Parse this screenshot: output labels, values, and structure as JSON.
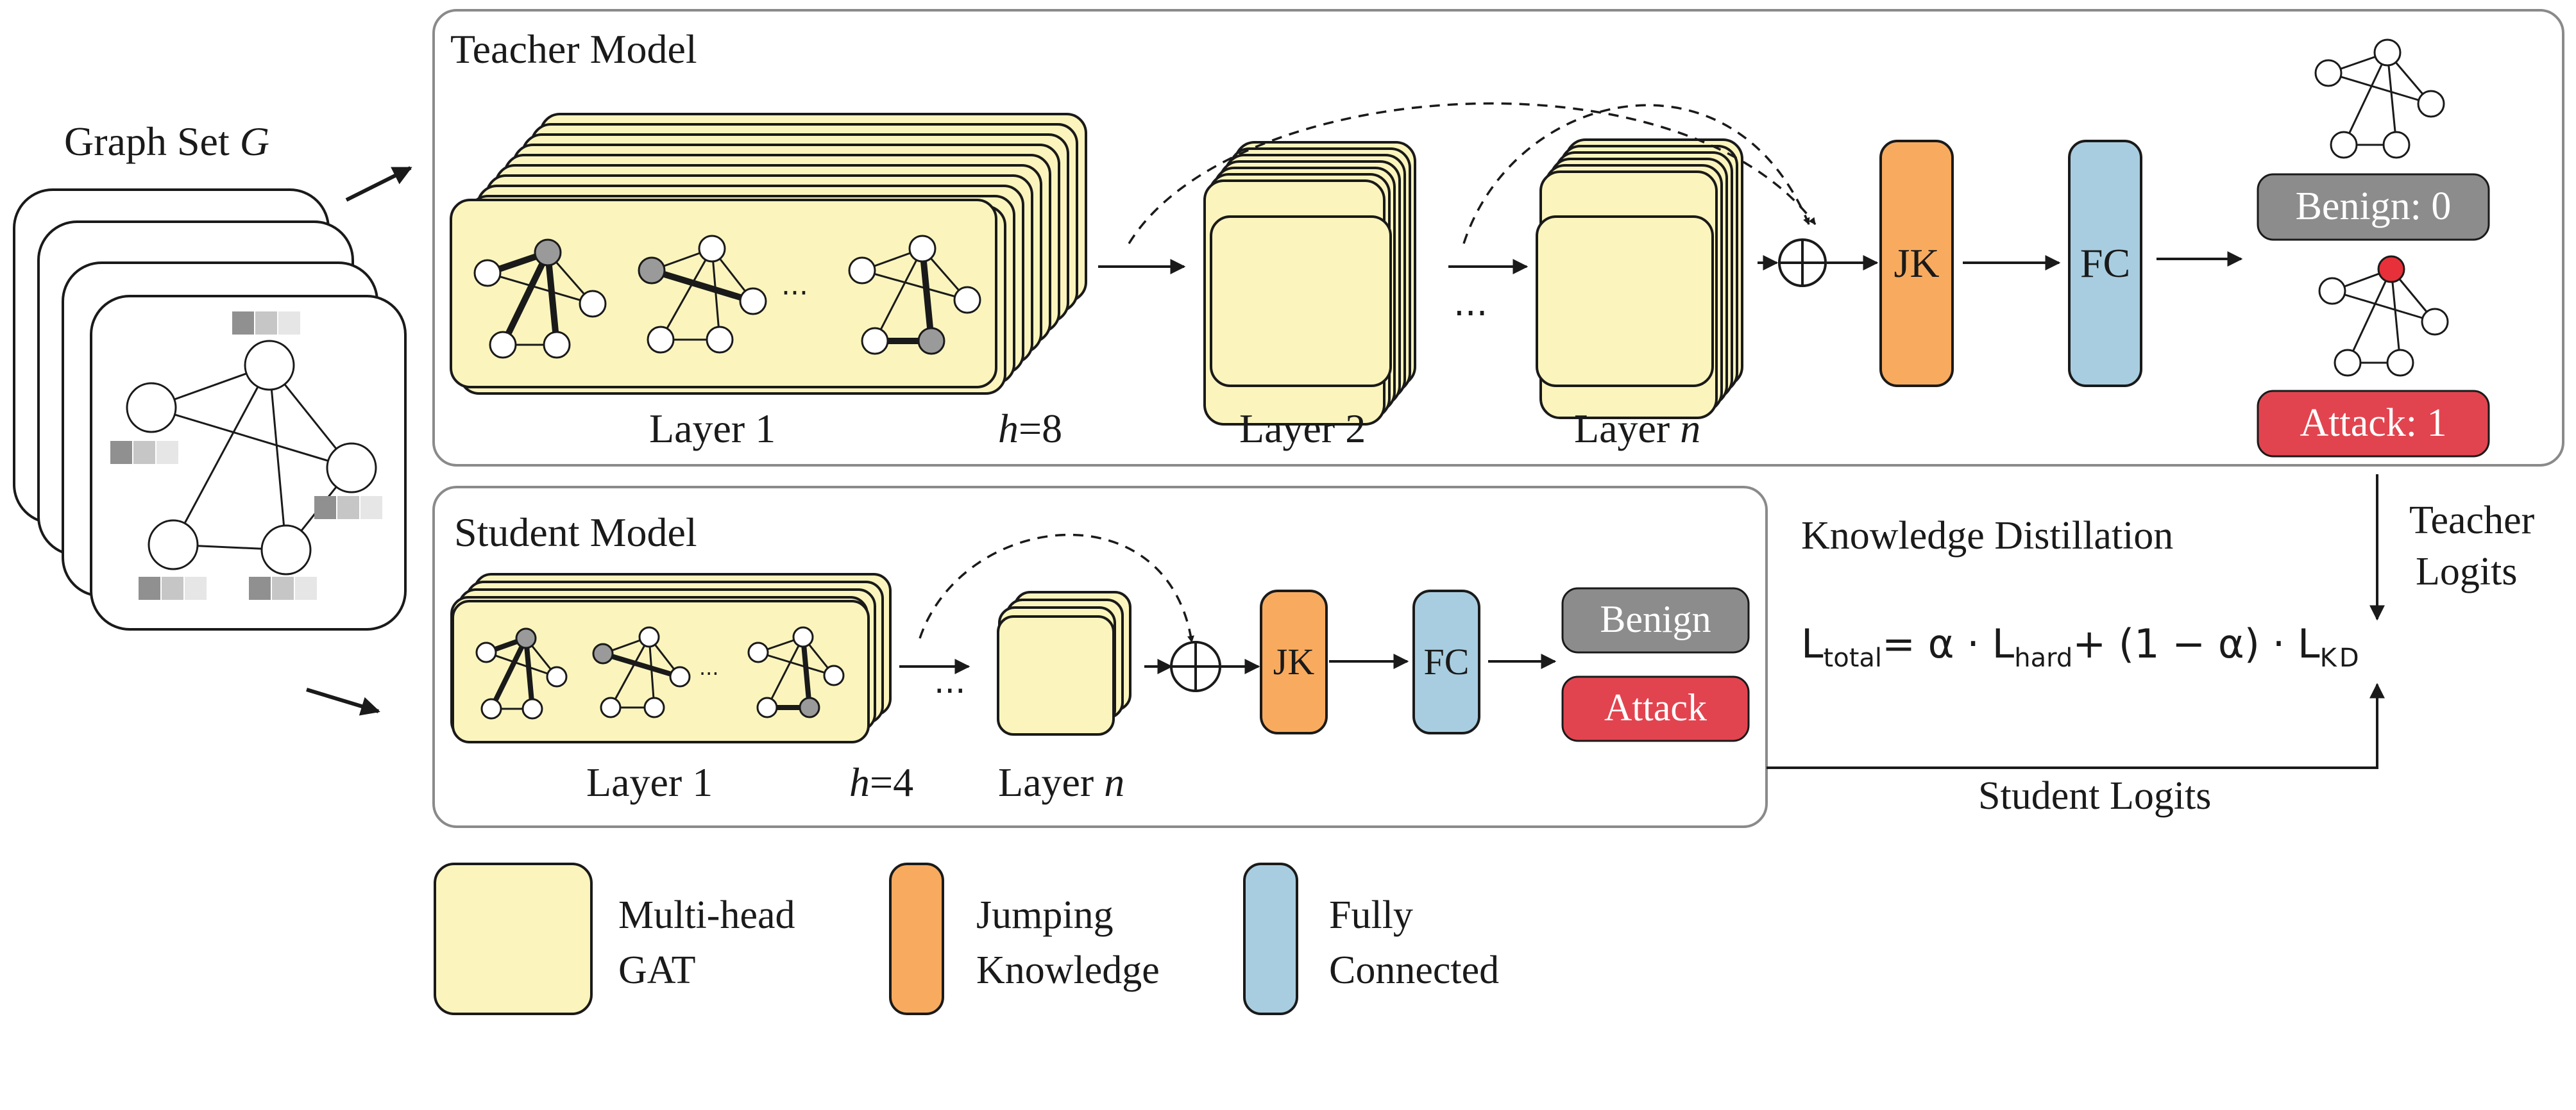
{
  "graph_set": {
    "label": "Graph Set ",
    "symbol": "G"
  },
  "teacher": {
    "title": "Teacher Model",
    "layer1": "Layer 1",
    "heads": "=8",
    "layer2": "Layer 2",
    "layern": "Layer ",
    "n": "n",
    "ellipsis": "···",
    "node_ellipsis": "···",
    "jk": "JK",
    "fc": "FC",
    "benign": "Benign: 0",
    "attack": "Attack: 1"
  },
  "student": {
    "title": "Student Model",
    "layer1": "Layer 1",
    "heads": "=4",
    "layern": "Layer ",
    "n": "n",
    "ellipsis": "···",
    "node_ellipsis": "···",
    "jk": "JK",
    "fc": "FC",
    "benign": "Benign",
    "attack": "Attack"
  },
  "h_symbol": "h",
  "kd": {
    "title": "Knowledge Distillation",
    "teacher_logits_1": "Teacher",
    "teacher_logits_2": "Logits",
    "student_logits": "Student Logits",
    "formula": {
      "L": "L",
      "total": "total",
      "eq": "= α · L",
      "hard": "hard",
      "mid": "+ (1 − α) · L",
      "kd": "KD"
    }
  },
  "legend": {
    "gat_1": "Multi-head",
    "gat_2": "GAT",
    "jk_1": "Jumping",
    "jk_2": "Knowledge",
    "fc_1": "Fully",
    "fc_2": "Connected"
  },
  "colors": {
    "gat_fill": "#fbf5bd",
    "jk_fill": "#f8ab5e",
    "fc_fill": "#a8cde0",
    "benign_fill": "#8c8c8c",
    "attack_fill": "#e2444f",
    "attack_node": "#e8303a",
    "highlight_node": "#9a9a9a",
    "stroke": "#1a1a1a",
    "panel_stroke": "#8a8a8a"
  }
}
